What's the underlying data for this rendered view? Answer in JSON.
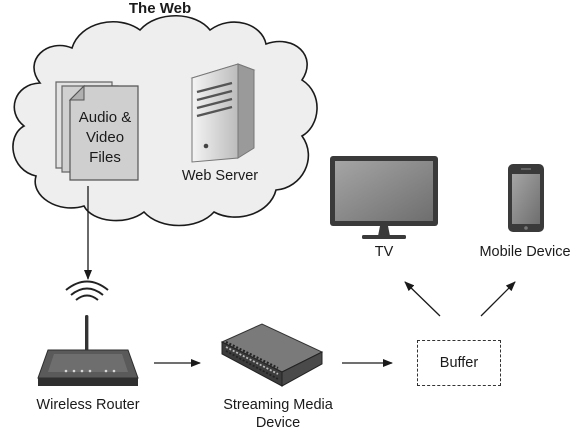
{
  "title": "The Web",
  "nodes": {
    "files": "Audio &\nVideo\nFiles",
    "web_server": "Web Server",
    "tv": "TV",
    "mobile": "Mobile Device",
    "router": "Wireless Router",
    "streaming_line1": "Streaming Media",
    "streaming_line2": "Device",
    "buffer": "Buffer"
  },
  "colors": {
    "cloud_fill": "#eeeeee",
    "stroke": "#1a1a1a",
    "device_dark": "#3a3a3a",
    "screen": "#8e8e8e"
  },
  "icons": [
    "cloud-icon",
    "document-stack-icon",
    "server-tower-icon",
    "monitor-icon",
    "smartphone-icon",
    "wireless-router-icon",
    "network-switch-icon"
  ]
}
